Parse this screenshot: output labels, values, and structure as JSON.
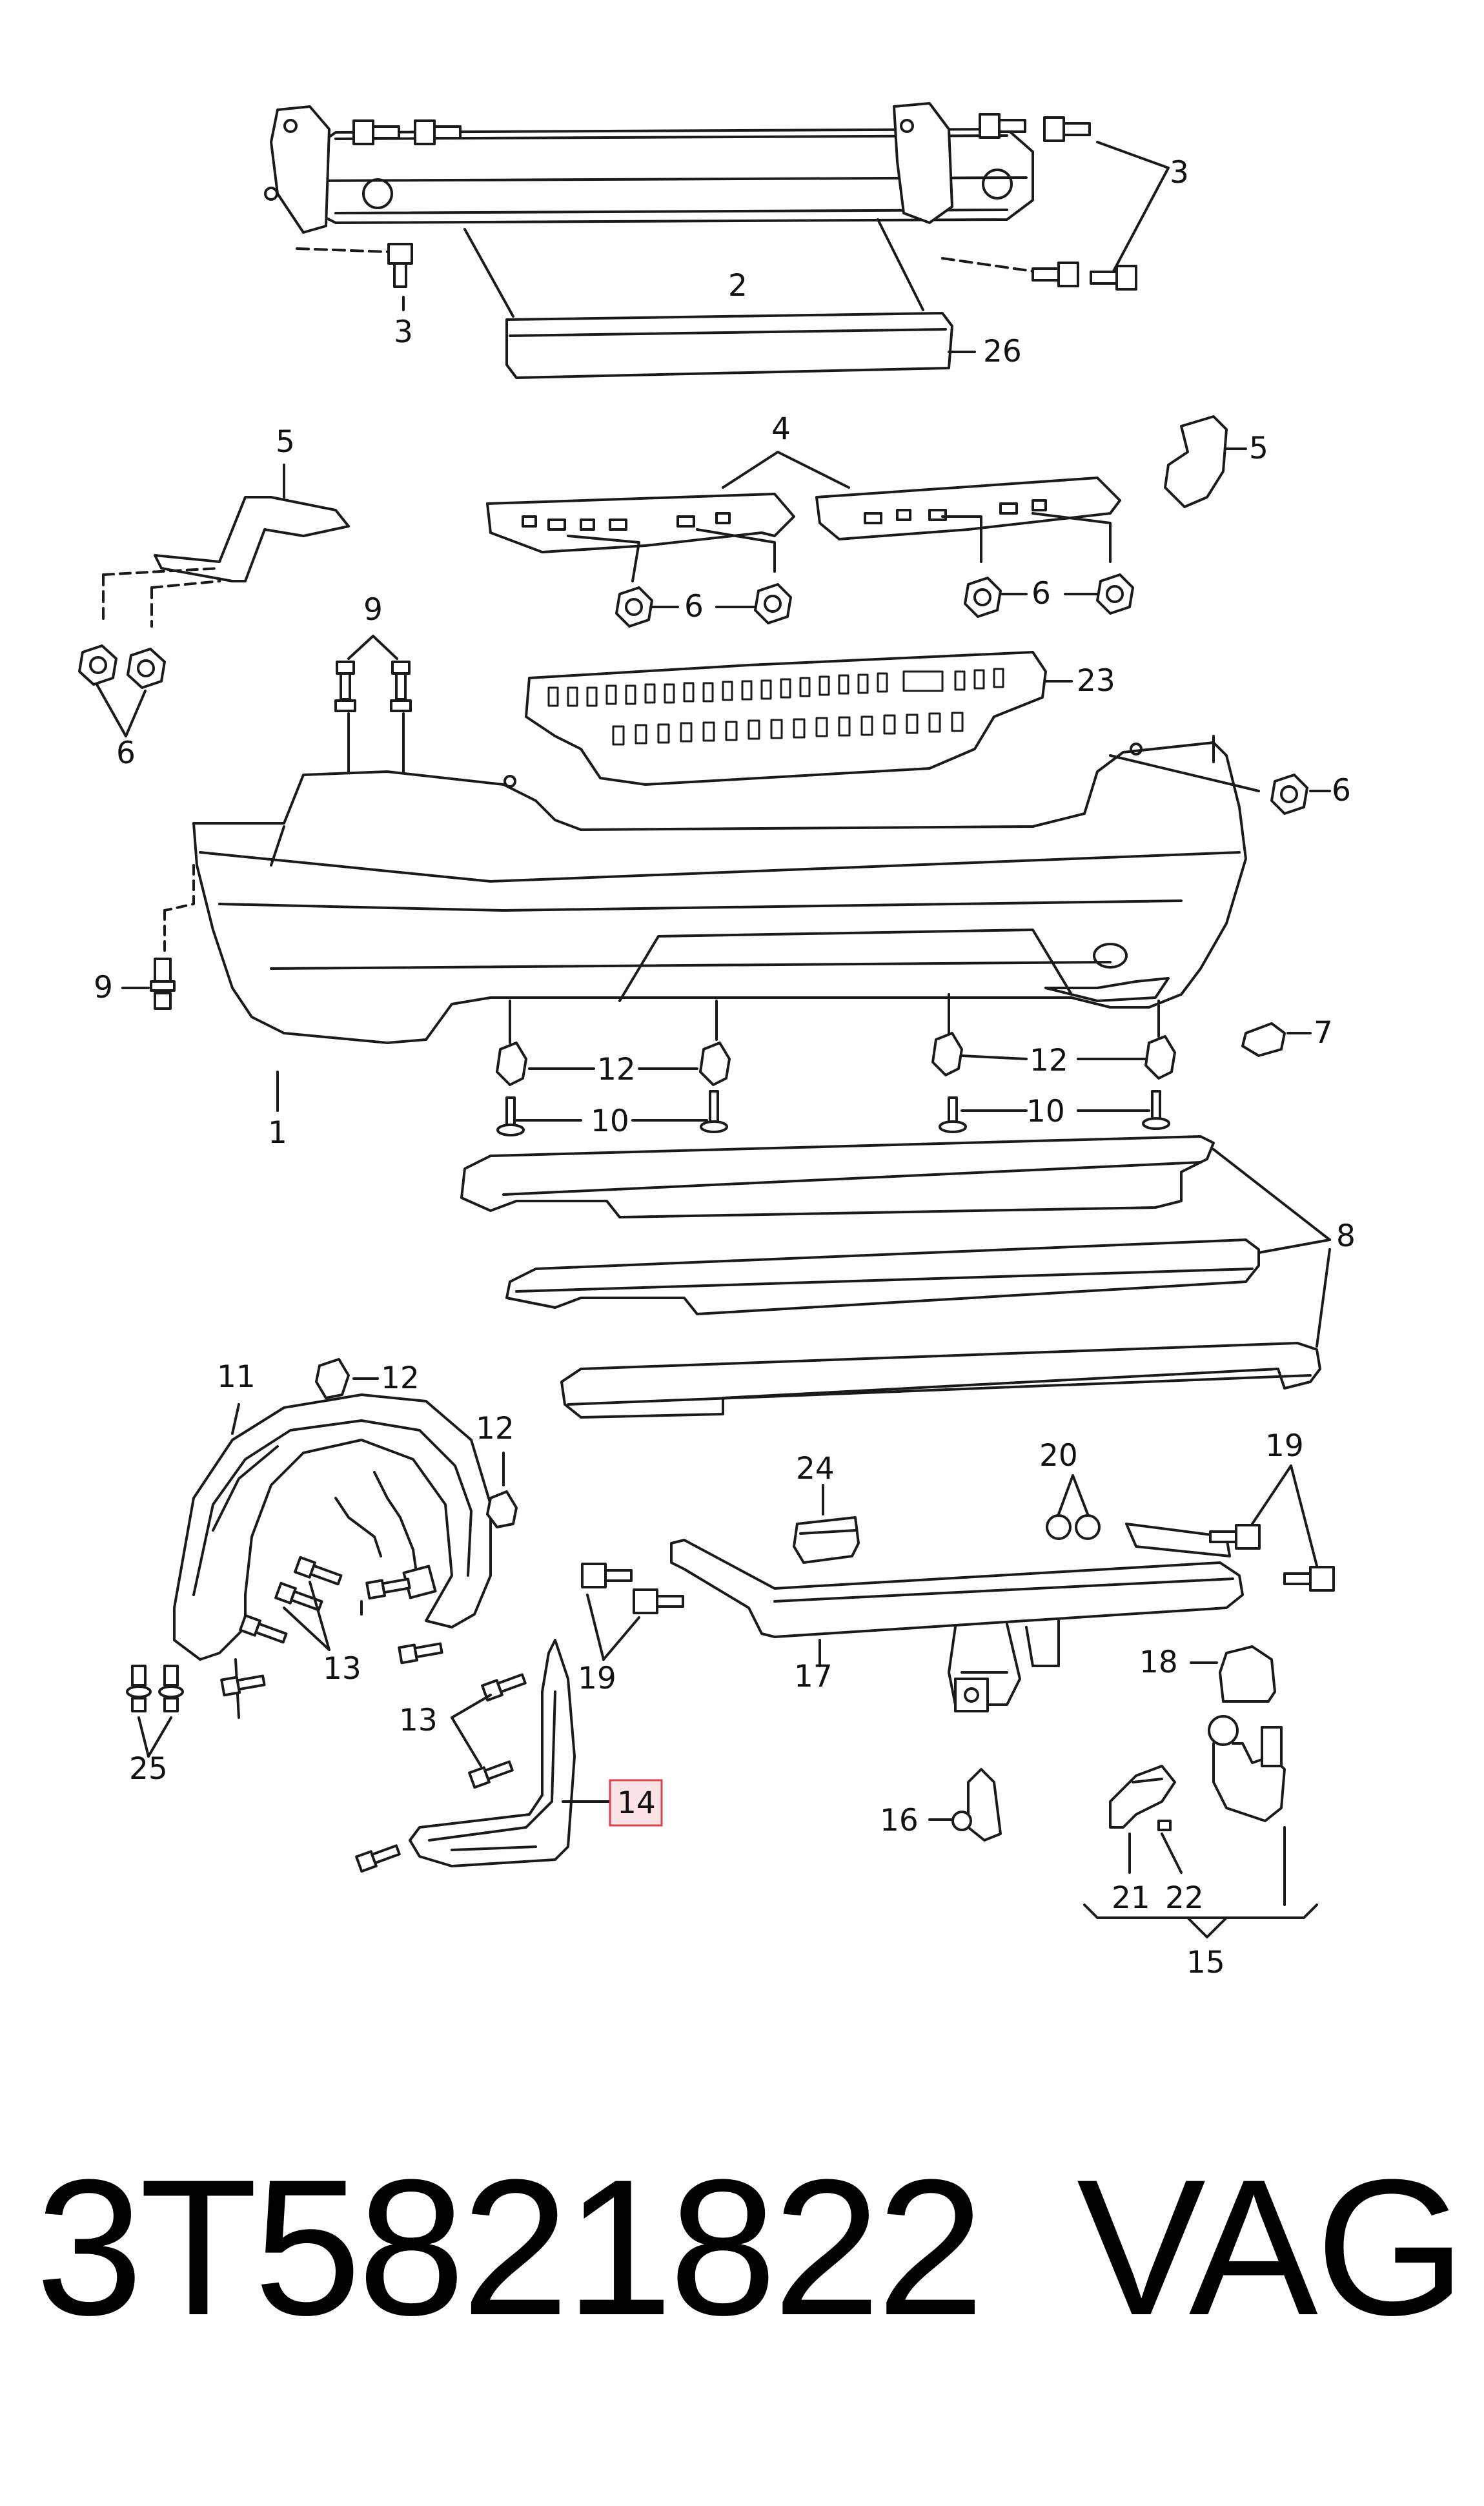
{
  "diagram": {
    "callouts": [
      {
        "id": "c1",
        "label": "1"
      },
      {
        "id": "c2",
        "label": "2"
      },
      {
        "id": "c3a",
        "label": "3"
      },
      {
        "id": "c3b",
        "label": "3"
      },
      {
        "id": "c4",
        "label": "4"
      },
      {
        "id": "c5a",
        "label": "5"
      },
      {
        "id": "c5b",
        "label": "5"
      },
      {
        "id": "c6a",
        "label": "6"
      },
      {
        "id": "c6b",
        "label": "6"
      },
      {
        "id": "c6c",
        "label": "6"
      },
      {
        "id": "c6d",
        "label": "6"
      },
      {
        "id": "c7",
        "label": "7"
      },
      {
        "id": "c8",
        "label": "8"
      },
      {
        "id": "c9a",
        "label": "9"
      },
      {
        "id": "c9b",
        "label": "9"
      },
      {
        "id": "c10a",
        "label": "10"
      },
      {
        "id": "c10b",
        "label": "10"
      },
      {
        "id": "c11",
        "label": "11"
      },
      {
        "id": "c12a",
        "label": "12"
      },
      {
        "id": "c12b",
        "label": "12"
      },
      {
        "id": "c12c",
        "label": "12"
      },
      {
        "id": "c12d",
        "label": "12"
      },
      {
        "id": "c13a",
        "label": "13"
      },
      {
        "id": "c13b",
        "label": "13"
      },
      {
        "id": "c14",
        "label": "14"
      },
      {
        "id": "c15",
        "label": "15"
      },
      {
        "id": "c16",
        "label": "16"
      },
      {
        "id": "c17",
        "label": "17"
      },
      {
        "id": "c18",
        "label": "18"
      },
      {
        "id": "c19a",
        "label": "19"
      },
      {
        "id": "c19b",
        "label": "19"
      },
      {
        "id": "c20",
        "label": "20"
      },
      {
        "id": "c21",
        "label": "21"
      },
      {
        "id": "c22",
        "label": "22"
      },
      {
        "id": "c23",
        "label": "23"
      },
      {
        "id": "c24",
        "label": "24"
      },
      {
        "id": "c25",
        "label": "25"
      },
      {
        "id": "c26",
        "label": "26"
      }
    ],
    "highlighted_callout": "14",
    "highlight_color": "#d9434e",
    "highlight_fill": "#fbe3e6",
    "line_color": "#1a1a1a",
    "part_fill": "#ffffff"
  },
  "footer": {
    "part_number": "3T5821822",
    "brand": "VAG"
  }
}
